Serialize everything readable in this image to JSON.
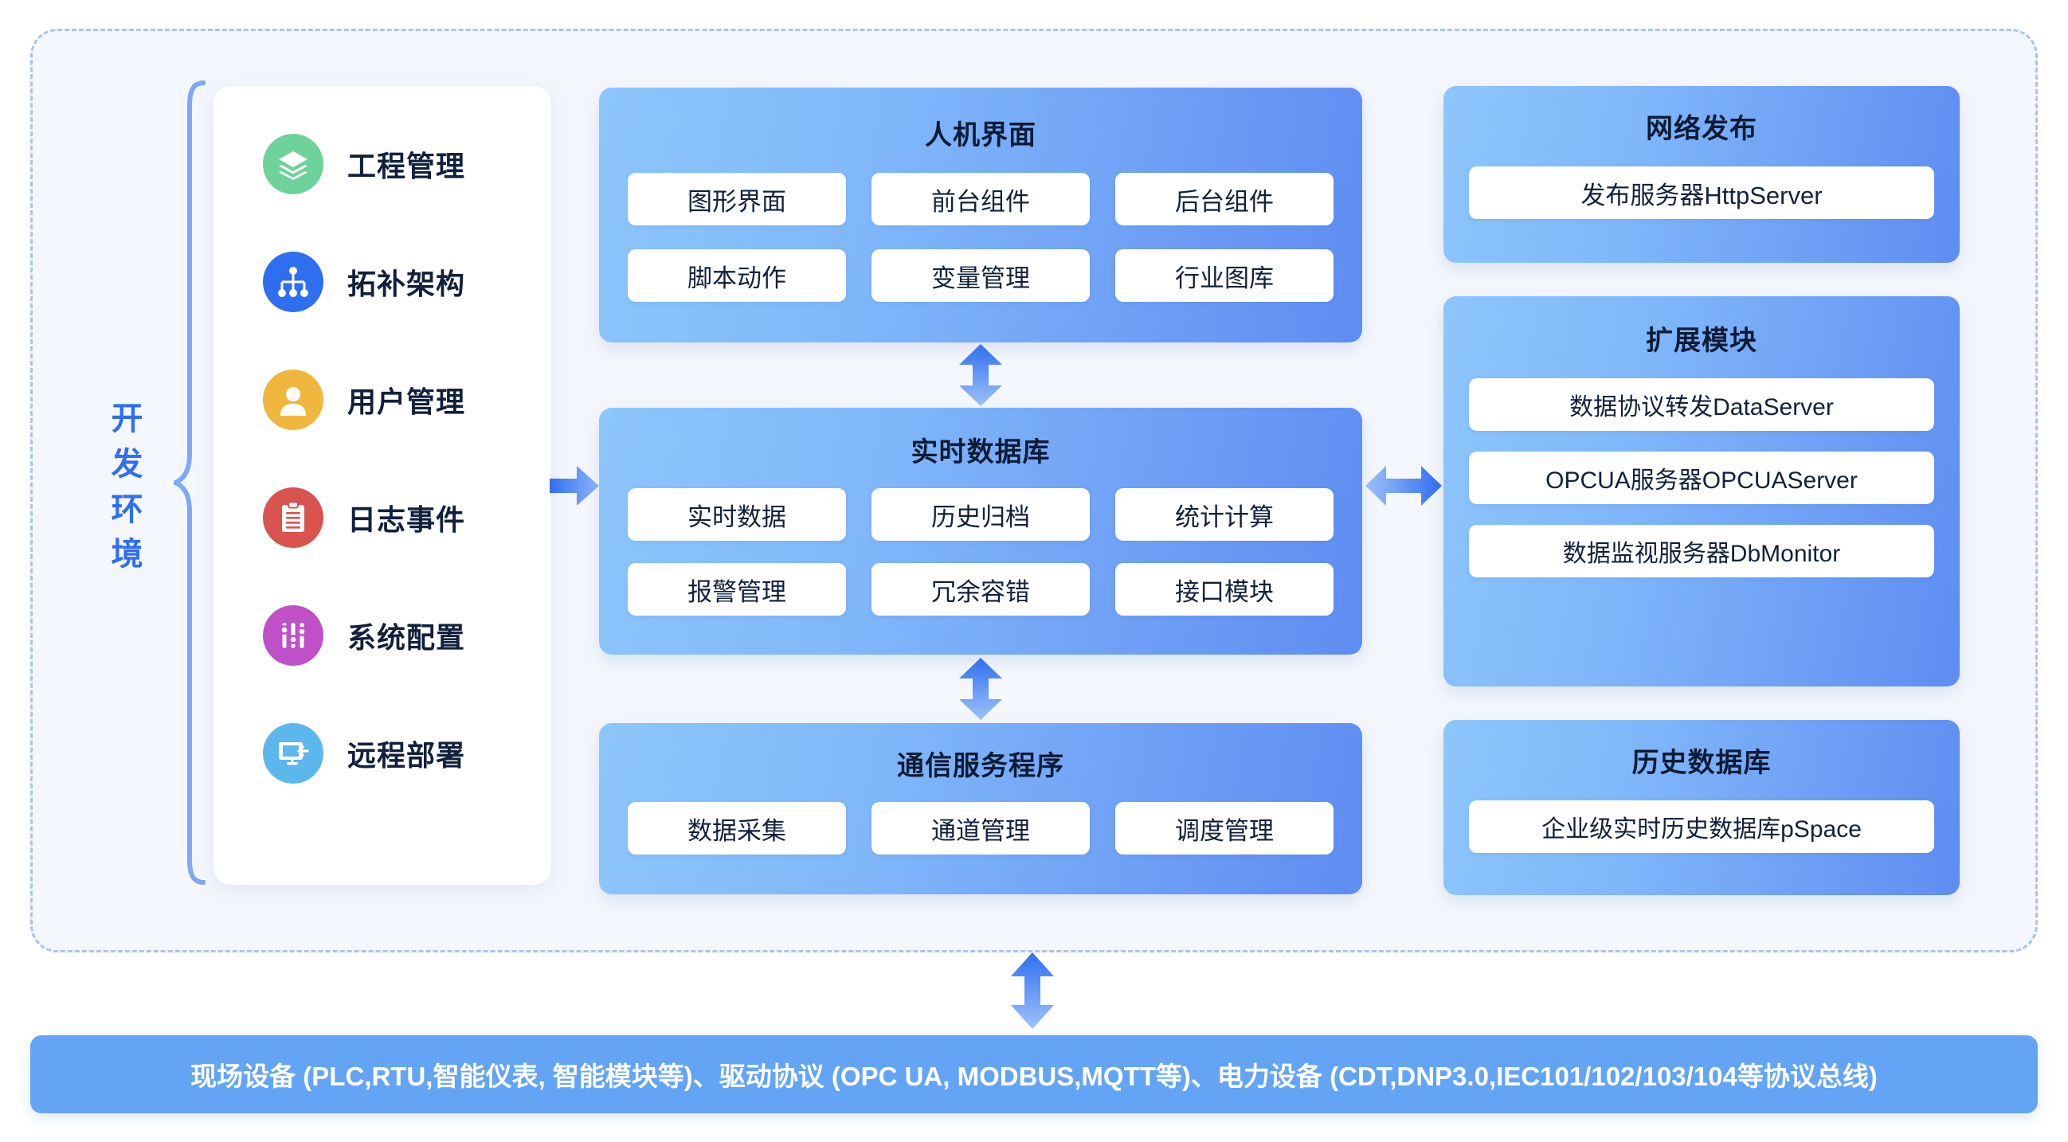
{
  "colors": {
    "accent_blue": "#2f6ef0",
    "panel_gradient_from": "#8dc6fb",
    "panel_gradient_to": "#5e8df2",
    "bottom_bar": "#63a4f5",
    "dashed_border": "#a8c4f5",
    "canvas": "#f4f7fd",
    "text_dark": "#11203c",
    "icon_project_green": "#6ed39a",
    "icon_topology_blue": "#2f6ef0",
    "icon_user_yellow": "#f0b73e",
    "icon_log_red": "#d9534f",
    "icon_config_purple": "#c050c8",
    "icon_remote_cyan": "#5cb8ec"
  },
  "dev_environment": {
    "label_chars": [
      "开",
      "发",
      "环",
      "境"
    ],
    "label_text": "开发环境"
  },
  "sidebar": {
    "items": [
      {
        "label": "工程管理",
        "icon": "layers-icon",
        "color": "#6ed39a"
      },
      {
        "label": "拓补架构",
        "icon": "topology-icon",
        "color": "#2f6ef0"
      },
      {
        "label": "用户管理",
        "icon": "user-icon",
        "color": "#f0b73e"
      },
      {
        "label": "日志事件",
        "icon": "clipboard-icon",
        "color": "#d9534f"
      },
      {
        "label": "系统配置",
        "icon": "sliders-icon",
        "color": "#c050c8"
      },
      {
        "label": "远程部署",
        "icon": "monitor-deploy-icon",
        "color": "#5cb8ec"
      }
    ]
  },
  "panels": {
    "hmi": {
      "title": "人机界面",
      "chips": [
        "图形界面",
        "前台组件",
        "后台组件",
        "脚本动作",
        "变量管理",
        "行业图库"
      ]
    },
    "realtime_db": {
      "title": "实时数据库",
      "chips": [
        "实时数据",
        "历史归档",
        "统计计算",
        "报警管理",
        "冗余容错",
        "接口模块"
      ]
    },
    "comm_service": {
      "title": "通信服务程序",
      "chips": [
        "数据采集",
        "通道管理",
        "调度管理"
      ]
    },
    "web_publish": {
      "title": "网络发布",
      "chips": [
        "发布服务器HttpServer"
      ]
    },
    "extension": {
      "title": "扩展模块",
      "chips": [
        "数据协议转发DataServer",
        "OPCUA服务器OPCUAServer",
        "数据监视服务器DbMonitor"
      ]
    },
    "history_db": {
      "title": "历史数据库",
      "chips": [
        "企业级实时历史数据库pSpace"
      ]
    }
  },
  "arrows": [
    {
      "name": "arrow-dev-to-rtdb",
      "direction": "right"
    },
    {
      "name": "arrow-hmi-rtdb",
      "direction": "up-down"
    },
    {
      "name": "arrow-rtdb-comm",
      "direction": "up-down"
    },
    {
      "name": "arrow-rtdb-ext",
      "direction": "left-right"
    },
    {
      "name": "arrow-comm-devices",
      "direction": "up-down"
    }
  ],
  "bottom_bar": {
    "text": "现场设备 (PLC,RTU,智能仪表, 智能模块等)、驱动协议 (OPC UA, MODBUS,MQTT等)、电力设备 (CDT,DNP3.0,IEC101/102/103/104等协议总线)"
  }
}
